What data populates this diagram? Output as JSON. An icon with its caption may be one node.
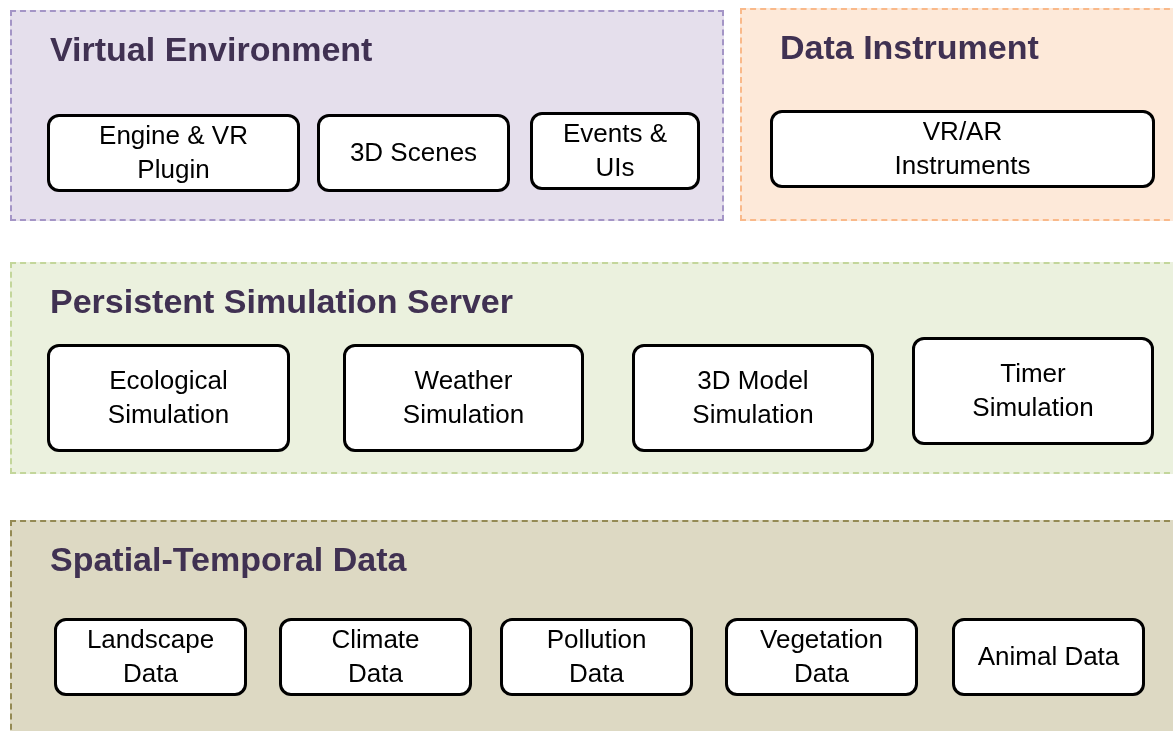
{
  "diagram": {
    "nodes": [
      {
        "text": [
          "Virtual Environment"
        ]
      },
      {
        "text": [
          "Engine & VR Plugin"
        ],
        "in": 0
      },
      {
        "text": [
          "3D Scenes"
        ],
        "in": 0
      },
      {
        "text": [
          "Events & UIs"
        ],
        "in": 0
      },
      {
        "text": [
          "Data Instrument"
        ]
      },
      {
        "text": [
          "VR/AR Instruments"
        ],
        "in": 4
      },
      {
        "text": [
          "Persistent Simulation Server"
        ]
      },
      {
        "text": [
          "Ecological Simulation"
        ],
        "in": 6
      },
      {
        "text": [
          "Weather Simulation"
        ],
        "in": 6
      },
      {
        "text": [
          "3D Model Simulation"
        ],
        "in": 6
      },
      {
        "text": [
          "Timer Simulation"
        ],
        "in": 6
      },
      {
        "text": [
          "Spatial-Temporal Data"
        ]
      },
      {
        "text": [
          "Landscape Data"
        ],
        "in": 11
      },
      {
        "text": [
          "Climate Data"
        ],
        "in": 11
      },
      {
        "text": [
          "Pollution Data"
        ],
        "in": 11
      },
      {
        "text": [
          "Vegetation Data"
        ],
        "in": 11
      },
      {
        "text": [
          "Animal Data"
        ],
        "in": 11
      }
    ]
  }
}
